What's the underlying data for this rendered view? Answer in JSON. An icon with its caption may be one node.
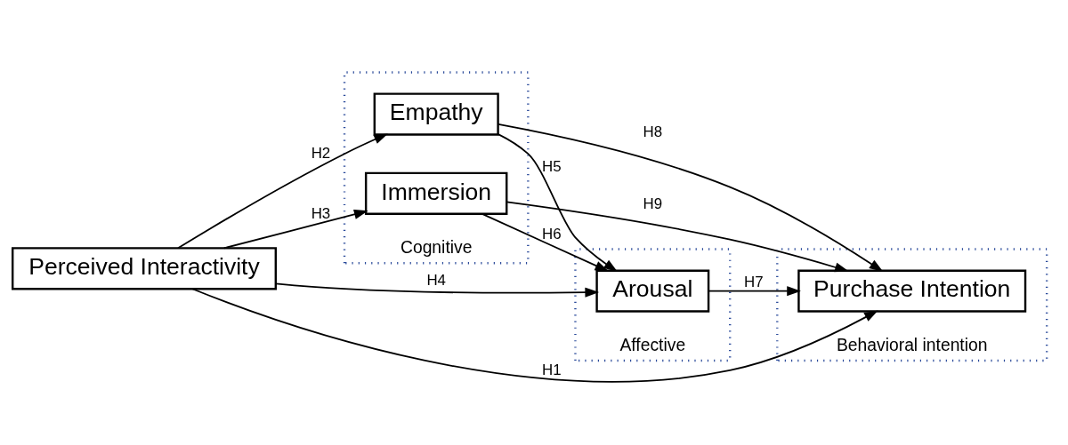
{
  "diagram": {
    "nodes": [
      {
        "text": [
          "Perceived Interactivity"
        ]
      },
      {
        "text": [
          "Cognitive"
        ]
      },
      {
        "text": [
          "Empathy"
        ],
        "in": 1
      },
      {
        "text": [
          "Immersion"
        ],
        "in": 1
      },
      {
        "text": [
          "Affective"
        ]
      },
      {
        "text": [
          "Arousal"
        ],
        "in": 4
      },
      {
        "text": [
          "Behavioral intention"
        ]
      },
      {
        "text": [
          "Purchase Intention"
        ],
        "in": 6
      }
    ],
    "edges": [
      {
        "from": 0,
        "to": 2,
        "arrow": "to",
        "label": "H2"
      },
      {
        "from": 0,
        "to": 5,
        "arrow": "to",
        "label": "H4"
      },
      {
        "from": 0,
        "to": 3,
        "arrow": "to",
        "label": "H3"
      },
      {
        "from": 0,
        "to": 7,
        "arrow": "to",
        "label": "H1"
      },
      {
        "from": 2,
        "to": 5,
        "arrow": "to",
        "label": "H5"
      },
      {
        "from": 2,
        "to": 7,
        "arrow": "to",
        "label": "H8"
      },
      {
        "from": 5,
        "to": 7,
        "arrow": "to",
        "label": "H7"
      },
      {
        "from": 3,
        "to": 5,
        "arrow": "to",
        "label": "H6"
      },
      {
        "from": 3,
        "to": 7,
        "arrow": "to",
        "label": "H9"
      }
    ]
  }
}
